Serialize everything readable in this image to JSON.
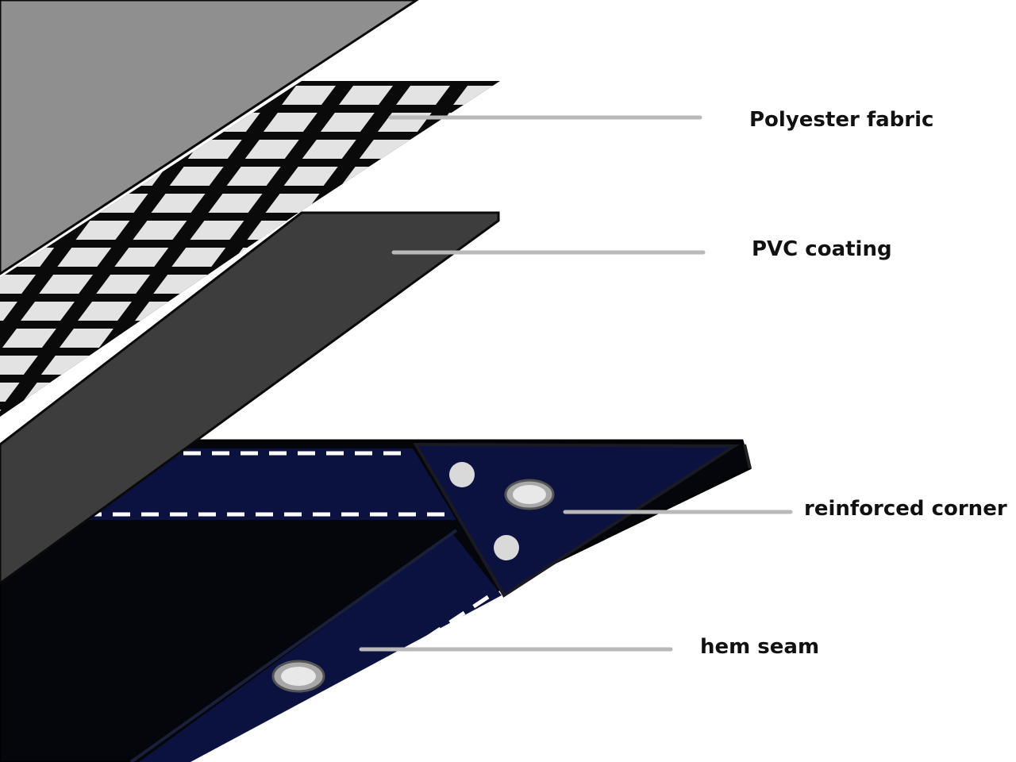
{
  "labels": {
    "polyester_fabric": "Polyester fabric",
    "pvc_coating": "PVC coating",
    "reinforced_corner": "reinforced corner",
    "hem_seam": "hem seam"
  },
  "colors": {
    "top_pvc_layer": "#8f8f8f",
    "fabric_grid_line": "#0a0a0a",
    "fabric_cell": "#e3e3e3",
    "pvc_coating_layer": "#3d3d3d",
    "tarp_body": "#05060c",
    "hem_navy": "#0c1240",
    "leader_line": "#b9b9b9",
    "stitch": "#ffffff",
    "eyelet": "#d8d8d8"
  }
}
